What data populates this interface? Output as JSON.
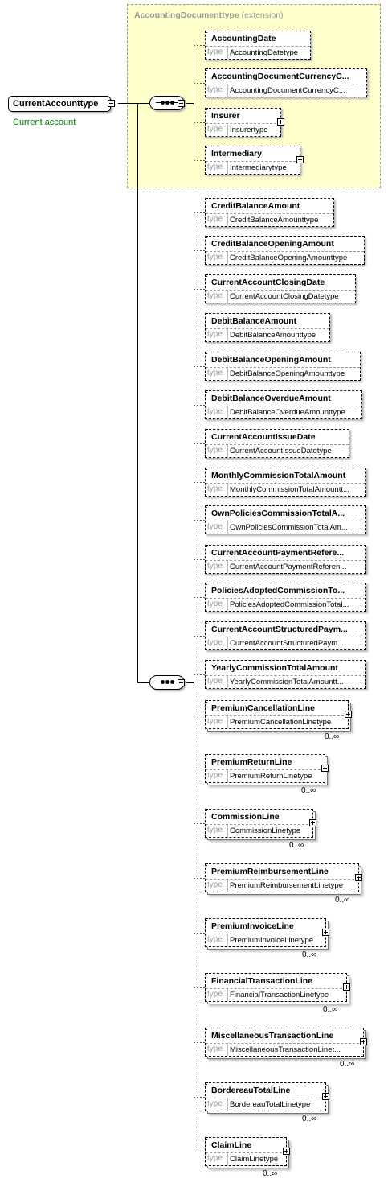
{
  "root": {
    "name": "CurrentAccounttype",
    "documentation": "Current account"
  },
  "extension_group": {
    "type_name": "AccountingDocumenttype",
    "qualifier": "(extension)"
  },
  "type_key": "type",
  "occurrence": "0..∞",
  "extension_elements": [
    {
      "name": "AccountingDate",
      "type": "AccountingDatetype"
    },
    {
      "name": "AccountingDocumentCurrencyC...",
      "type": "AccountingDocumentCurrencyC..."
    },
    {
      "name": "Insurer",
      "type": "Insurertype"
    },
    {
      "name": "Intermediary",
      "type": "Intermediarytype"
    }
  ],
  "sequence_elements": [
    {
      "name": "CreditBalanceAmount",
      "type": "CreditBalanceAmounttype"
    },
    {
      "name": "CreditBalanceOpeningAmount",
      "type": "CreditBalanceOpeningAmounttype"
    },
    {
      "name": "CurrentAccountClosingDate",
      "type": "CurrentAccountClosingDatetype"
    },
    {
      "name": "DebitBalanceAmount",
      "type": "DebitBalanceAmounttype"
    },
    {
      "name": "DebitBalanceOpeningAmount",
      "type": "DebitBalanceOpeningAmounttype"
    },
    {
      "name": "DebitBalanceOverdueAmount",
      "type": "DebitBalanceOverdueAmounttype"
    },
    {
      "name": "CurrentAccountIssueDate",
      "type": "CurrentAccountIssueDatetype"
    },
    {
      "name": "MonthlyCommissionTotalAmount",
      "type": "MonthlyCommissionTotalAmountt..."
    },
    {
      "name": "OwnPoliciesCommissionTotalA...",
      "type": "OwnPoliciesCommissionTotalAm..."
    },
    {
      "name": "CurrentAccountPaymentRefere...",
      "type": "CurrentAccountPaymentReferen..."
    },
    {
      "name": "PoliciesAdoptedCommissionTo...",
      "type": "PoliciesAdoptedCommissionTotal..."
    },
    {
      "name": "CurrentAccountStructuredPaym...",
      "type": "CurrentAccountStructuredPaym..."
    },
    {
      "name": "YearlyCommissionTotalAmount",
      "type": "YearlyCommissionTotalAmountt..."
    },
    {
      "name": "PremiumCancellationLine",
      "type": "PremiumCancellationLinetype"
    },
    {
      "name": "PremiumReturnLine",
      "type": "PremiumReturnLinetype"
    },
    {
      "name": "CommissionLine",
      "type": "CommissionLinetype"
    },
    {
      "name": "PremiumReimbursementLine",
      "type": "PremiumReimbursementLinetype"
    },
    {
      "name": "PremiumInvoiceLine",
      "type": "PremiumInvoiceLinetype"
    },
    {
      "name": "FinancialTransactionLine",
      "type": "FinancialTransactionLinetype"
    },
    {
      "name": "MiscellaneousTransactionLine",
      "type": "MiscellaneousTransactionLinet..."
    },
    {
      "name": "BordereauTotalLine",
      "type": "BordereauTotalLinetype"
    },
    {
      "name": "ClaimLine",
      "type": "ClaimLinetype"
    }
  ]
}
